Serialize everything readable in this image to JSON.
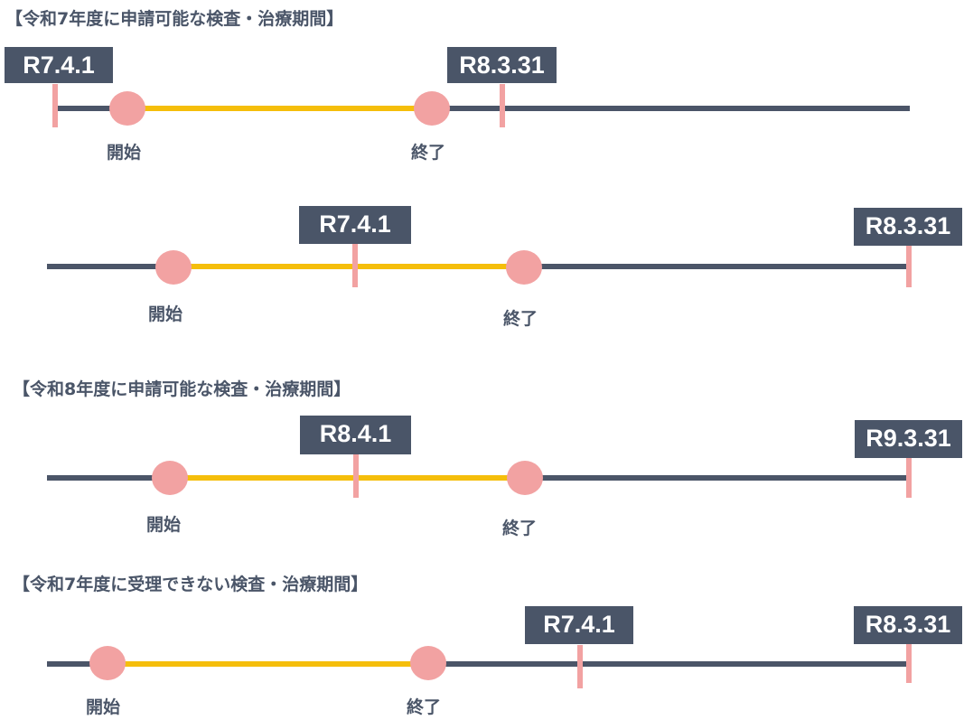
{
  "sections": [
    {
      "heading": "【令和7年度に申請可能な検査・治療期間】",
      "timelines": [
        {
          "start_date": "R7.4.1",
          "end_date": "R8.3.31",
          "start_label": "開始",
          "end_label": "終了"
        },
        {
          "start_date": "R7.4.1",
          "end_date": "R8.3.31",
          "start_label": "開始",
          "end_label": "終了"
        }
      ]
    },
    {
      "heading": "【令和8年度に申請可能な検査・治療期間】",
      "timelines": [
        {
          "start_date": "R8.4.1",
          "end_date": "R9.3.31",
          "start_label": "開始",
          "end_label": "終了"
        }
      ]
    },
    {
      "heading": "【令和7年度に受理できない検査・治療期間】",
      "timelines": [
        {
          "start_date": "R7.4.1",
          "end_date": "R8.3.31",
          "start_label": "開始",
          "end_label": "終了"
        }
      ]
    }
  ],
  "colors": {
    "track": "#4b5568",
    "period": "#f5be0b",
    "marker": "#f2a2a2",
    "date_box": "#4a5568"
  }
}
